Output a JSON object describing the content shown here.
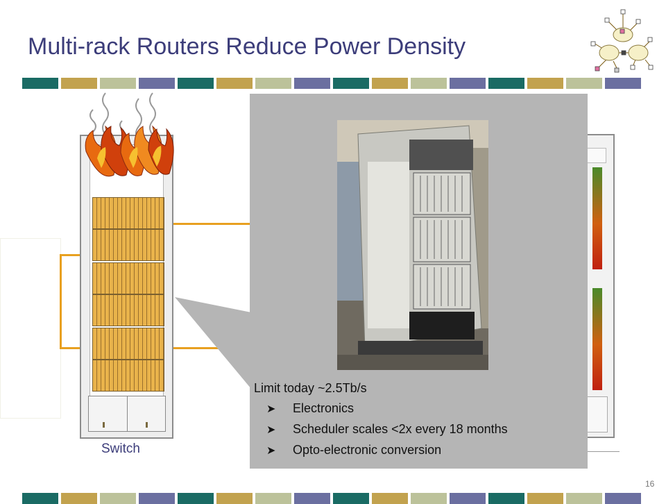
{
  "slide": {
    "title": "Multi-rack Routers Reduce Power Density",
    "page_number": "16"
  },
  "rack": {
    "label": "Switch"
  },
  "callout": {
    "heading": "Limit today ~2.5Tb/s",
    "bullets": [
      "Electronics",
      "Scheduler scales <2x every 18 months",
      "Opto-electronic conversion"
    ]
  },
  "colors": {
    "title": "#3c3d7a",
    "stripe": [
      "#1a6b64",
      "#c2a24e",
      "#bcc29a",
      "#6b6fa0"
    ],
    "link": "#e8a020",
    "popup": "#b5b5b5"
  },
  "icons": {
    "logo": "network-clouds-icon",
    "flames": "fire-icon",
    "bullet": "arrow-bullet-icon"
  }
}
